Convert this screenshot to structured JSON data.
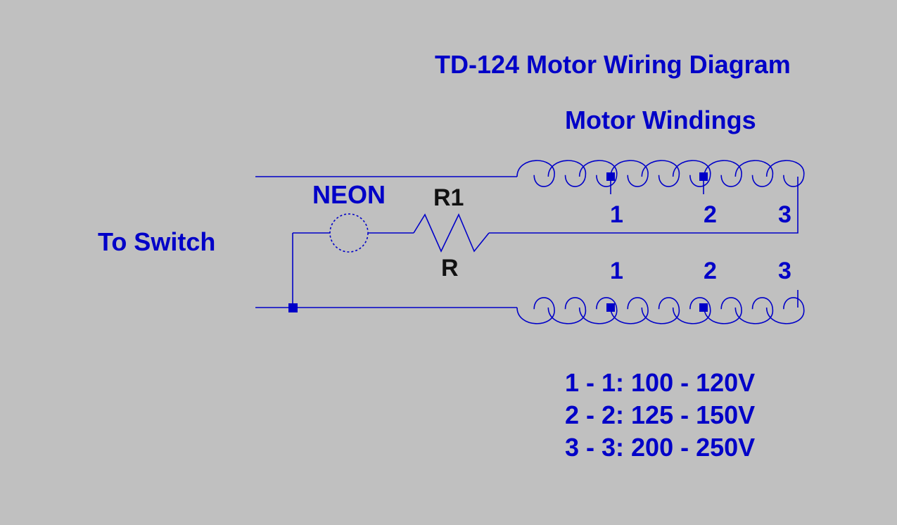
{
  "title": "TD-124 Motor Wiring Diagram",
  "windings_label": "Motor Windings",
  "switch_label": "To Switch",
  "neon_label": "NEON",
  "resistor": {
    "ref": "R1",
    "value": "R"
  },
  "taps_top": [
    "1",
    "2",
    "3"
  ],
  "taps_bottom": [
    "1",
    "2",
    "3"
  ],
  "voltage_settings": [
    "1 - 1: 100 - 120V",
    "2 - 2: 125 - 150V",
    "3 - 3: 200 - 250V"
  ],
  "colors": {
    "background": "#c0c0c0",
    "wire": "#0000c8",
    "label": "#0000c8",
    "resistor_label": "#111111"
  }
}
